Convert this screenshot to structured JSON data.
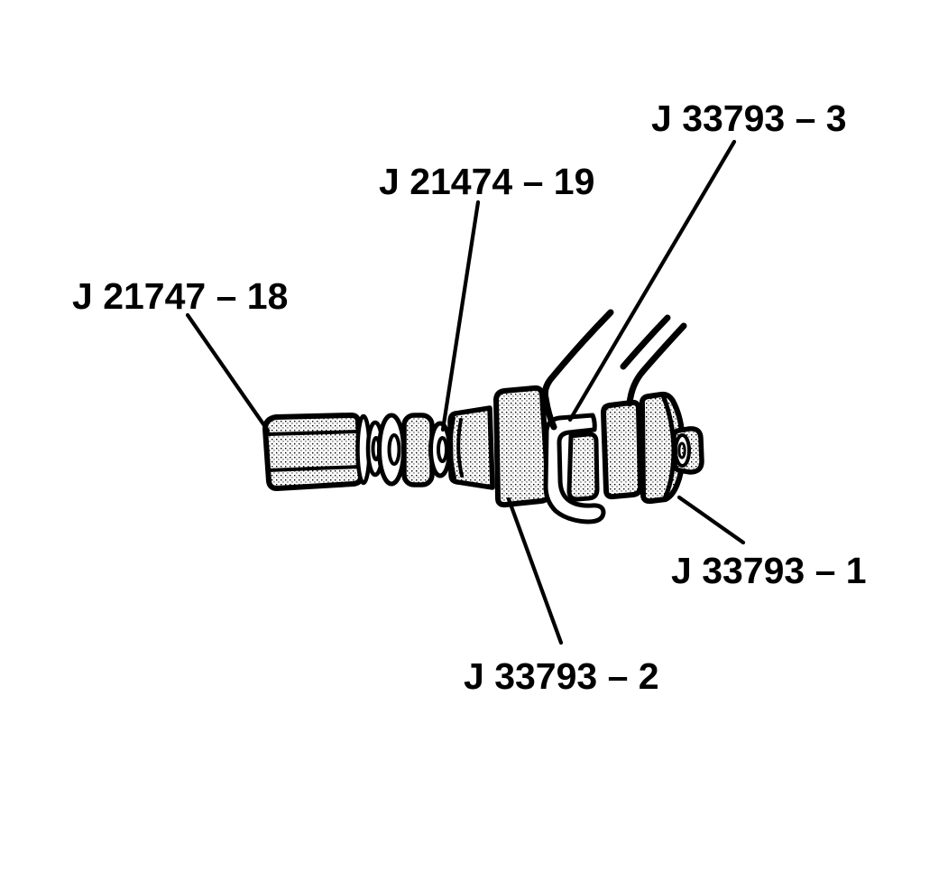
{
  "figure": {
    "background_color": "#ffffff",
    "ink_color": "#000000"
  },
  "labels": [
    {
      "name": "j33793-3",
      "text": "J 33793 – 3",
      "points_to": "retainer-clip"
    },
    {
      "name": "j21474-19",
      "text": "J 21474 – 19",
      "points_to": "washer-spacer-set"
    },
    {
      "name": "j21747-18",
      "text": "J 21747 – 18",
      "points_to": "hex-adapter"
    },
    {
      "name": "j33793-1",
      "text": "J 33793 – 1",
      "points_to": "end-collar"
    },
    {
      "name": "j33793-2",
      "text": "J 33793 – 2",
      "points_to": "stepped-cylinder"
    }
  ]
}
